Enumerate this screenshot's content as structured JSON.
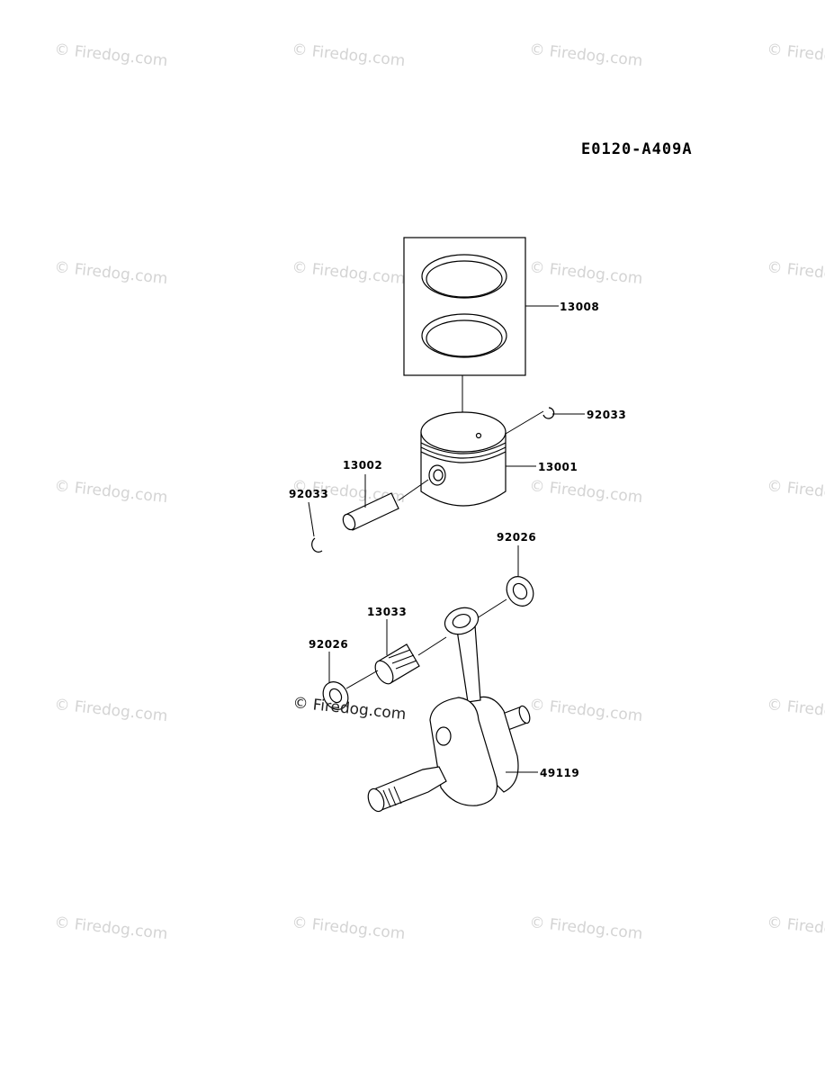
{
  "diagram": {
    "code": "E0120-A409A",
    "watermark_text": "© Firedog.com",
    "callouts": {
      "rings": "13008",
      "clip_right": "92033",
      "piston": "13001",
      "pin": "13002",
      "clip_left": "92033",
      "washer_right": "92026",
      "bearing": "13033",
      "washer_left": "92026",
      "crankshaft": "49119"
    }
  }
}
